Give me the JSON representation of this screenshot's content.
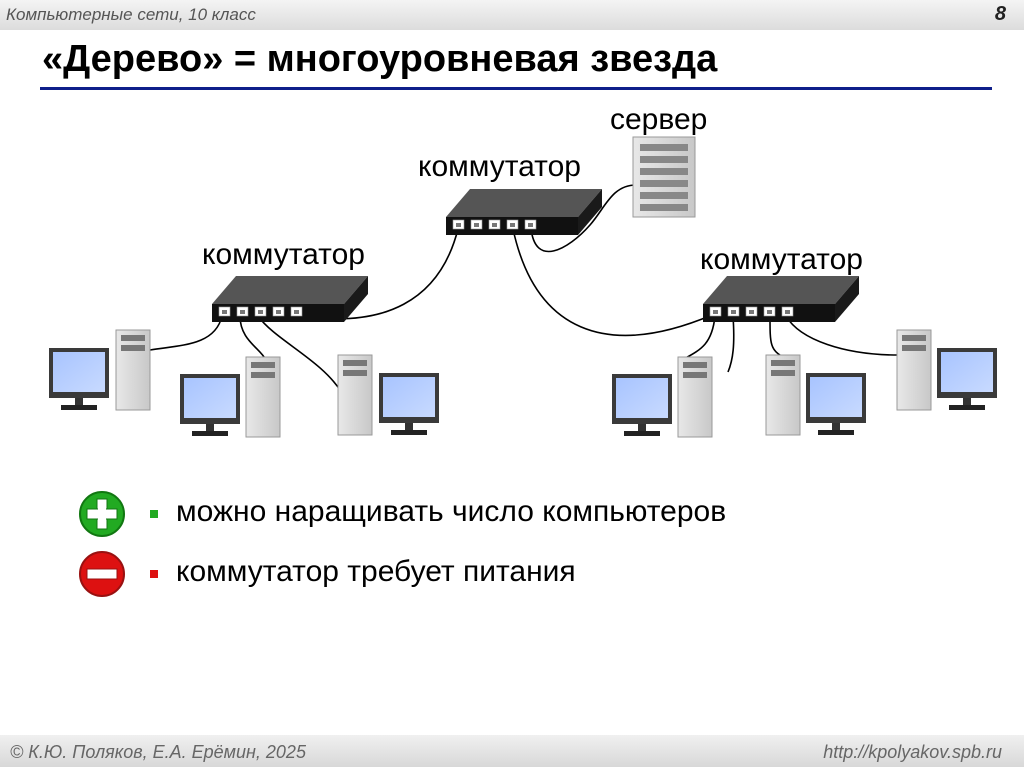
{
  "header": {
    "course": "Компьютерные сети, 10 класс",
    "page_number": "8"
  },
  "title": "«Дерево» = многоуровневая звезда",
  "diagram": {
    "labels": {
      "server": "сервер",
      "switch_top": "коммутатор",
      "switch_left": "коммутатор",
      "switch_right": "коммутатор"
    }
  },
  "bullets": [
    {
      "sign": "plus",
      "color": "#22aa22",
      "text": "можно наращивать число компьютеров"
    },
    {
      "sign": "minus",
      "color": "#dd1111",
      "text": "коммутатор требует питания"
    }
  ],
  "footer": {
    "authors": "© К.Ю. Поляков, Е.А. Ерёмин, 2025",
    "url": "http://kpolyakov.spb.ru"
  },
  "colors": {
    "title_rule": "#0f1f8a",
    "pro": "#22aa22",
    "con": "#dd1111"
  }
}
